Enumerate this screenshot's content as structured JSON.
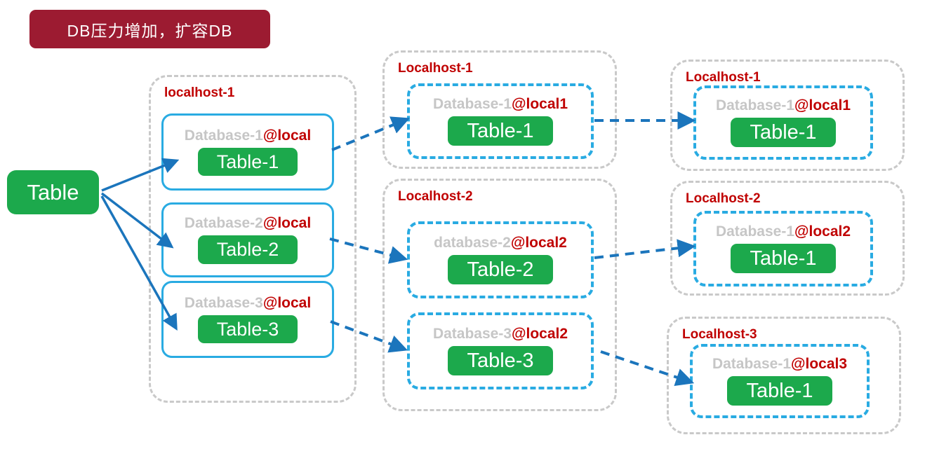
{
  "banner": {
    "text": "DB压力增加，扩容DB"
  },
  "source": {
    "label": "Table"
  },
  "stage1": {
    "host_label": "localhost-1",
    "databases": [
      {
        "name": "Database-1",
        "at": "@local",
        "table": "Table-1"
      },
      {
        "name": "Database-2",
        "at": "@local",
        "table": "Table-2"
      },
      {
        "name": "Database-3",
        "at": "@local",
        "table": "Table-3"
      }
    ]
  },
  "stage2": {
    "hosts": [
      {
        "label": "Localhost-1",
        "databases": [
          {
            "name": "Database-1",
            "at": "@local1",
            "table": "Table-1"
          }
        ]
      },
      {
        "label": "Localhost-2",
        "databases": [
          {
            "name": "database-2",
            "at": "@local2",
            "table": "Table-2"
          },
          {
            "name": "Database-3",
            "at": "@local2",
            "table": "Table-3"
          }
        ]
      }
    ]
  },
  "stage3": {
    "hosts": [
      {
        "label": "Localhost-1",
        "databases": [
          {
            "name": "Database-1",
            "at": "@local1",
            "table": "Table-1"
          }
        ]
      },
      {
        "label": "Localhost-2",
        "databases": [
          {
            "name": "Database-1",
            "at": "@local2",
            "table": "Table-1"
          }
        ]
      },
      {
        "label": "Localhost-3",
        "databases": [
          {
            "name": "Database-1",
            "at": "@local3",
            "table": "Table-1"
          }
        ]
      }
    ]
  },
  "colors": {
    "banner_bg": "#9c1b31",
    "green": "#1ca94c",
    "blue_box_border": "#29abe2",
    "arrow_blue": "#1b75bc",
    "container_dash_gray": "#c9c9c9",
    "database_name_gray": "#c6c6c6",
    "red_text": "#c00000"
  }
}
